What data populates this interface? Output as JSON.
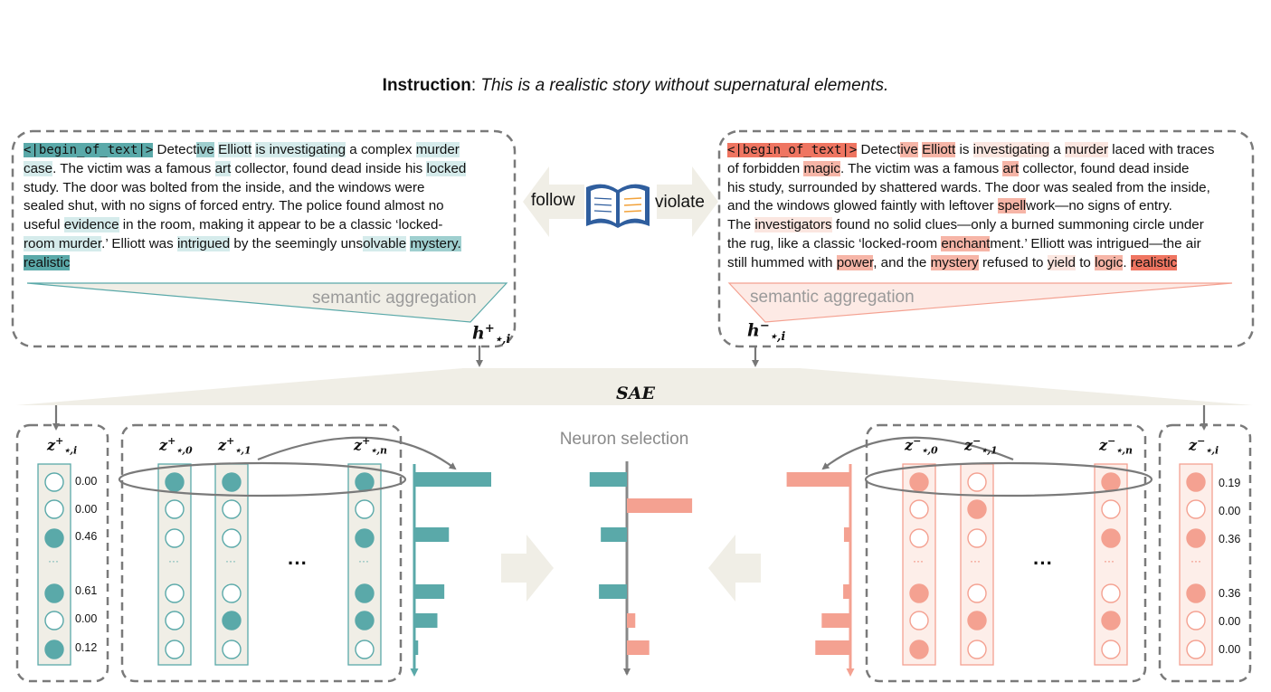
{
  "instruction": {
    "label": "Instruction",
    "sep": ": ",
    "text": "This is a realistic story without supernatural elements."
  },
  "follow_label": "follow",
  "violate_label": "violate",
  "sae_label": "SAE",
  "neuron_selection_label": "Neuron selection",
  "semantic_aggregation_label": "semantic aggregation",
  "h_pos": {
    "base": "h",
    "sup": "+",
    "sub": "⋆,i"
  },
  "h_neg": {
    "base": "h",
    "sup": "−",
    "sub": "⋆,i"
  },
  "z_labels_pos": [
    {
      "base": "z",
      "sup": "+",
      "sub": "⋆,i"
    },
    {
      "base": "z",
      "sup": "+",
      "sub": "⋆,0"
    },
    {
      "base": "z",
      "sup": "+",
      "sub": "⋆,1"
    },
    {
      "base": "z",
      "sup": "+",
      "sub": "⋆,n"
    }
  ],
  "z_labels_neg": [
    {
      "base": "z",
      "sup": "−",
      "sub": "⋆,0"
    },
    {
      "base": "z",
      "sup": "−",
      "sub": "⋆,1"
    },
    {
      "base": "z",
      "sup": "−",
      "sub": "⋆,n"
    },
    {
      "base": "z",
      "sup": "−",
      "sub": "⋆,i"
    }
  ],
  "pos_values": [
    "0.00",
    "0.00",
    "0.46",
    "0.61",
    "0.00",
    "0.12"
  ],
  "neg_values": [
    "0.19",
    "0.00",
    "0.36",
    "0.36",
    "0.00",
    "0.00"
  ],
  "ellipsis_small": "···",
  "ellipsis_big": "···",
  "colors": {
    "teal": "#5aa9a9",
    "salmon": "#f4a191",
    "red": "#ef7561",
    "beige": "#f0eee6",
    "dash": "#7a7a7a"
  },
  "neuron_states": {
    "pos_i": [
      0,
      0,
      1,
      1,
      0,
      1
    ],
    "pos_0": [
      1,
      0,
      0,
      0,
      0,
      0
    ],
    "pos_1": [
      1,
      0,
      0,
      0,
      1,
      0
    ],
    "pos_n": [
      1,
      0,
      1,
      1,
      1,
      0
    ],
    "neg_0": [
      1,
      0,
      0,
      1,
      0,
      1
    ],
    "neg_1": [
      0,
      1,
      0,
      0,
      1,
      0
    ],
    "neg_n": [
      1,
      0,
      1,
      0,
      1,
      0
    ],
    "neg_i": [
      1,
      0,
      1,
      1,
      0,
      0
    ]
  },
  "bars": {
    "pos": [
      1.0,
      0,
      0.45,
      0.39,
      0.3,
      0.05
    ],
    "neg": [
      0.8,
      0,
      0.08,
      0.09,
      0.36,
      0.44
    ],
    "diff": [
      -0.4,
      0.7,
      -0.28,
      -0.3,
      0.09,
      0.24
    ]
  },
  "story_pos": [
    [
      [
        "<|begin_of_text|>",
        "pos-3",
        true
      ],
      [
        " Detect",
        ""
      ],
      [
        "ive",
        "pos-2"
      ],
      [
        " ",
        ""
      ],
      [
        "Elliott",
        "pos-1"
      ],
      [
        " ",
        ""
      ],
      [
        "is investigating",
        "pos-1"
      ],
      [
        " a complex ",
        ""
      ],
      [
        "murder",
        "pos-1"
      ]
    ],
    [
      [
        "case",
        "pos-1"
      ],
      [
        ". The victim was a famous ",
        ""
      ],
      [
        "art",
        "pos-1"
      ],
      [
        " collector, found dead inside his ",
        ""
      ],
      [
        "locked",
        "pos-1"
      ]
    ],
    [
      [
        "study. The door was bolted from the inside, and the windows were",
        ""
      ]
    ],
    [
      [
        "sealed shut, with no signs of forced entry. The police found almost no",
        ""
      ]
    ],
    [
      [
        "useful ",
        ""
      ],
      [
        "evidence",
        "pos-1"
      ],
      [
        " in the room, making it appear to be a classic ‘locked-",
        ""
      ]
    ],
    [
      [
        "room murder",
        "pos-1"
      ],
      [
        ".’ Elliott was ",
        ""
      ],
      [
        "intrigued",
        "pos-1"
      ],
      [
        " by the seemingly uns",
        ""
      ],
      [
        "olvable",
        "pos-1"
      ],
      [
        " ",
        ""
      ],
      [
        "mystery.",
        "pos-2"
      ]
    ],
    [
      [
        "realistic",
        "pos-3"
      ]
    ]
  ],
  "story_neg": [
    [
      [
        "<|begin_of_text|>",
        "neg-3",
        true
      ],
      [
        " Detect",
        ""
      ],
      [
        "ive",
        "neg-2"
      ],
      [
        " ",
        ""
      ],
      [
        "Elliott",
        "neg-2"
      ],
      [
        " is ",
        ""
      ],
      [
        "investigating",
        "neg-1"
      ],
      [
        " a ",
        ""
      ],
      [
        "murder",
        "neg-1"
      ],
      [
        " laced with traces",
        ""
      ]
    ],
    [
      [
        "of forbidden ",
        ""
      ],
      [
        "magic",
        "neg-2"
      ],
      [
        ". The victim was a famous ",
        ""
      ],
      [
        "art",
        "neg-2"
      ],
      [
        " collector, found dead inside",
        ""
      ]
    ],
    [
      [
        "his study, surrounded by shattered wards. The door was sealed from the inside,",
        ""
      ]
    ],
    [
      [
        "and the windows glowed faintly with leftover ",
        ""
      ],
      [
        "spell",
        "neg-2"
      ],
      [
        "work—no signs of entry.",
        ""
      ]
    ],
    [
      [
        "The ",
        ""
      ],
      [
        "investigators",
        "neg-1"
      ],
      [
        " found no solid clues—only a burned summoning circle under",
        ""
      ]
    ],
    [
      [
        "the rug, like a classic ‘locked-room ",
        ""
      ],
      [
        "enchant",
        "neg-2"
      ],
      [
        "ment.’ Elliott was intrigued—the air",
        ""
      ]
    ],
    [
      [
        "still hummed with ",
        ""
      ],
      [
        "power",
        "neg-2"
      ],
      [
        ", and the ",
        ""
      ],
      [
        "mystery",
        "neg-2"
      ],
      [
        " refused to ",
        ""
      ],
      [
        "yield",
        "neg-1"
      ],
      [
        " to ",
        ""
      ],
      [
        "logic",
        "neg-2"
      ],
      [
        ". ",
        ""
      ],
      [
        "realistic",
        "neg-3"
      ]
    ]
  ]
}
